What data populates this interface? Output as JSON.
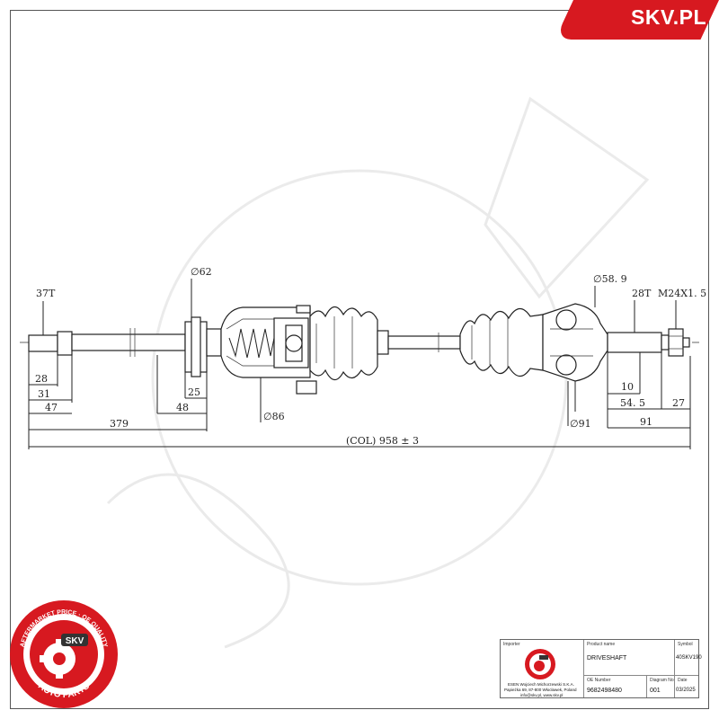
{
  "brand": {
    "label": "SKV.PL",
    "color": "#d71920"
  },
  "dimensions": {
    "spline_left": "37T",
    "diameter_62": "∅62",
    "diameter_58_9": "∅58. 9",
    "spline_right": "28T",
    "thread": "M24X1. 5",
    "d28": "28",
    "d31": "31",
    "d47": "47",
    "d25": "25",
    "d48": "48",
    "diameter_86": "∅86",
    "d379": "379",
    "d10": "10",
    "d54_5": "54. 5",
    "d27": "27",
    "d91": "91",
    "diameter_91": "∅91",
    "overall": "(COL) 958 ± 3"
  },
  "title_block": {
    "importer_label": "Importer",
    "importer_name": "ESEN Wojciech Michorzewski S.K.A.",
    "importer_address": "Papieżka 69, 87-800 Włocławek, Poland",
    "importer_contact": "info@skv.pl, www.skv.pl",
    "product_name_label": "Product name",
    "product_name": "DRIVESHAFT",
    "symbol_label": "Symbol",
    "symbol": "40SKV190",
    "oe_number_label": "OE Number",
    "oe_number": "9682498480",
    "diagram_no_label": "Diagram No",
    "diagram_no": "001",
    "date_label": "Date",
    "date": "03/2025"
  },
  "stamp": {
    "ring_text": "AFTERMARKET PRICE · OE QUALITY",
    "center_text": "SKV",
    "bottom_text": "AUTO PARTS",
    "color": "#d71920"
  }
}
